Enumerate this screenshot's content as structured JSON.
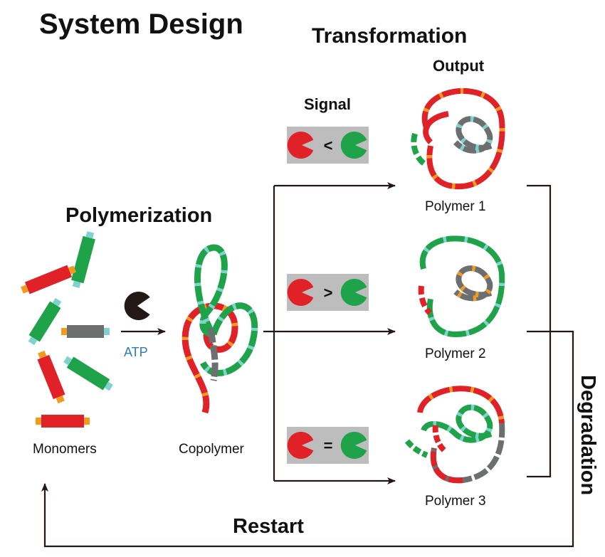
{
  "title": "System Design",
  "stages": {
    "polymerization": "Polymerization",
    "transformation": "Transformation",
    "degradation": "Degradation",
    "restart": "Restart"
  },
  "headers": {
    "signal": "Signal",
    "output": "Output"
  },
  "components": {
    "monomers": "Monomers",
    "copolymer": "Copolymer",
    "atp": "ATP"
  },
  "signals": [
    {
      "operator": "<"
    },
    {
      "operator": ">"
    },
    {
      "operator": "="
    }
  ],
  "outputs": [
    {
      "label": "Polymer 1"
    },
    {
      "label": "Polymer 2"
    },
    {
      "label": "Polymer 3"
    }
  ],
  "colors": {
    "red": "#e02128",
    "green": "#1ea24a",
    "gray": "#6d6e70",
    "orange": "#f39a1e",
    "teal": "#7fd3cf",
    "dark": "#231815",
    "atp_text": "#2b7bbf",
    "signal_box": "#bdbdbd"
  }
}
